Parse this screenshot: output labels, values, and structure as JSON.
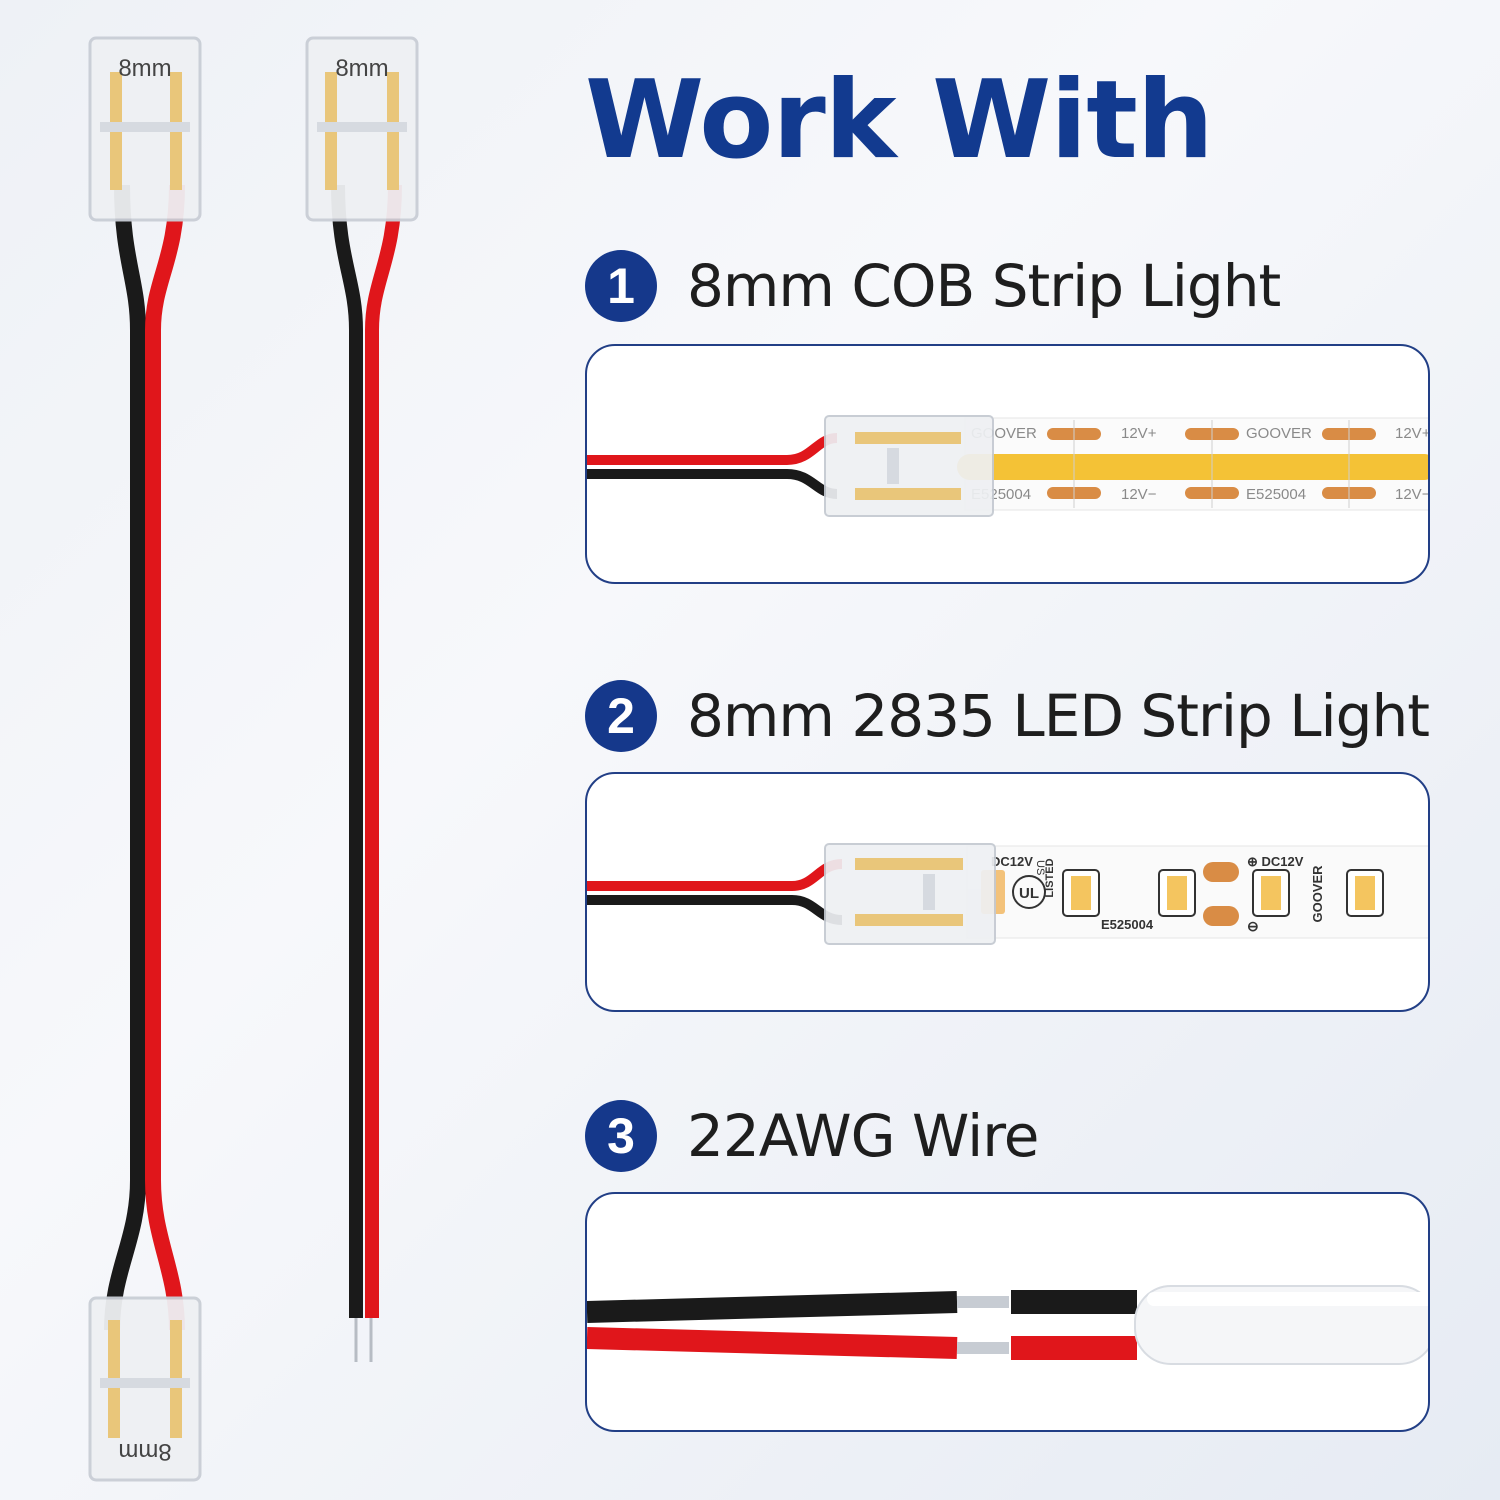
{
  "title": "Work With",
  "cables": {
    "left_top_size_label": "8mm",
    "left_bottom_size_label": "8mm",
    "right_top_size_label": "8mm"
  },
  "items": [
    {
      "number": "1",
      "label": "8mm COB Strip Light",
      "strip_texts": [
        "GOOVER",
        "12V+",
        "GOOVER",
        "12V+",
        "E525004",
        "12V−",
        "E525004",
        "12V−"
      ]
    },
    {
      "number": "2",
      "label": "8mm 2835 LED Strip Light",
      "strip_texts": [
        "DC12V",
        "US",
        "LISTED",
        "E525004",
        "⊕ DC12V",
        "GOOVER",
        "⊖"
      ]
    },
    {
      "number": "3",
      "label": "22AWG Wire"
    }
  ],
  "colors": {
    "title_blue": "#123a8f",
    "badge_blue": "#15388b",
    "wire_red": "#e0161b",
    "wire_black": "#1a1a1a",
    "cob_yellow": "#f4c236",
    "pad_orange": "#d98c45"
  }
}
